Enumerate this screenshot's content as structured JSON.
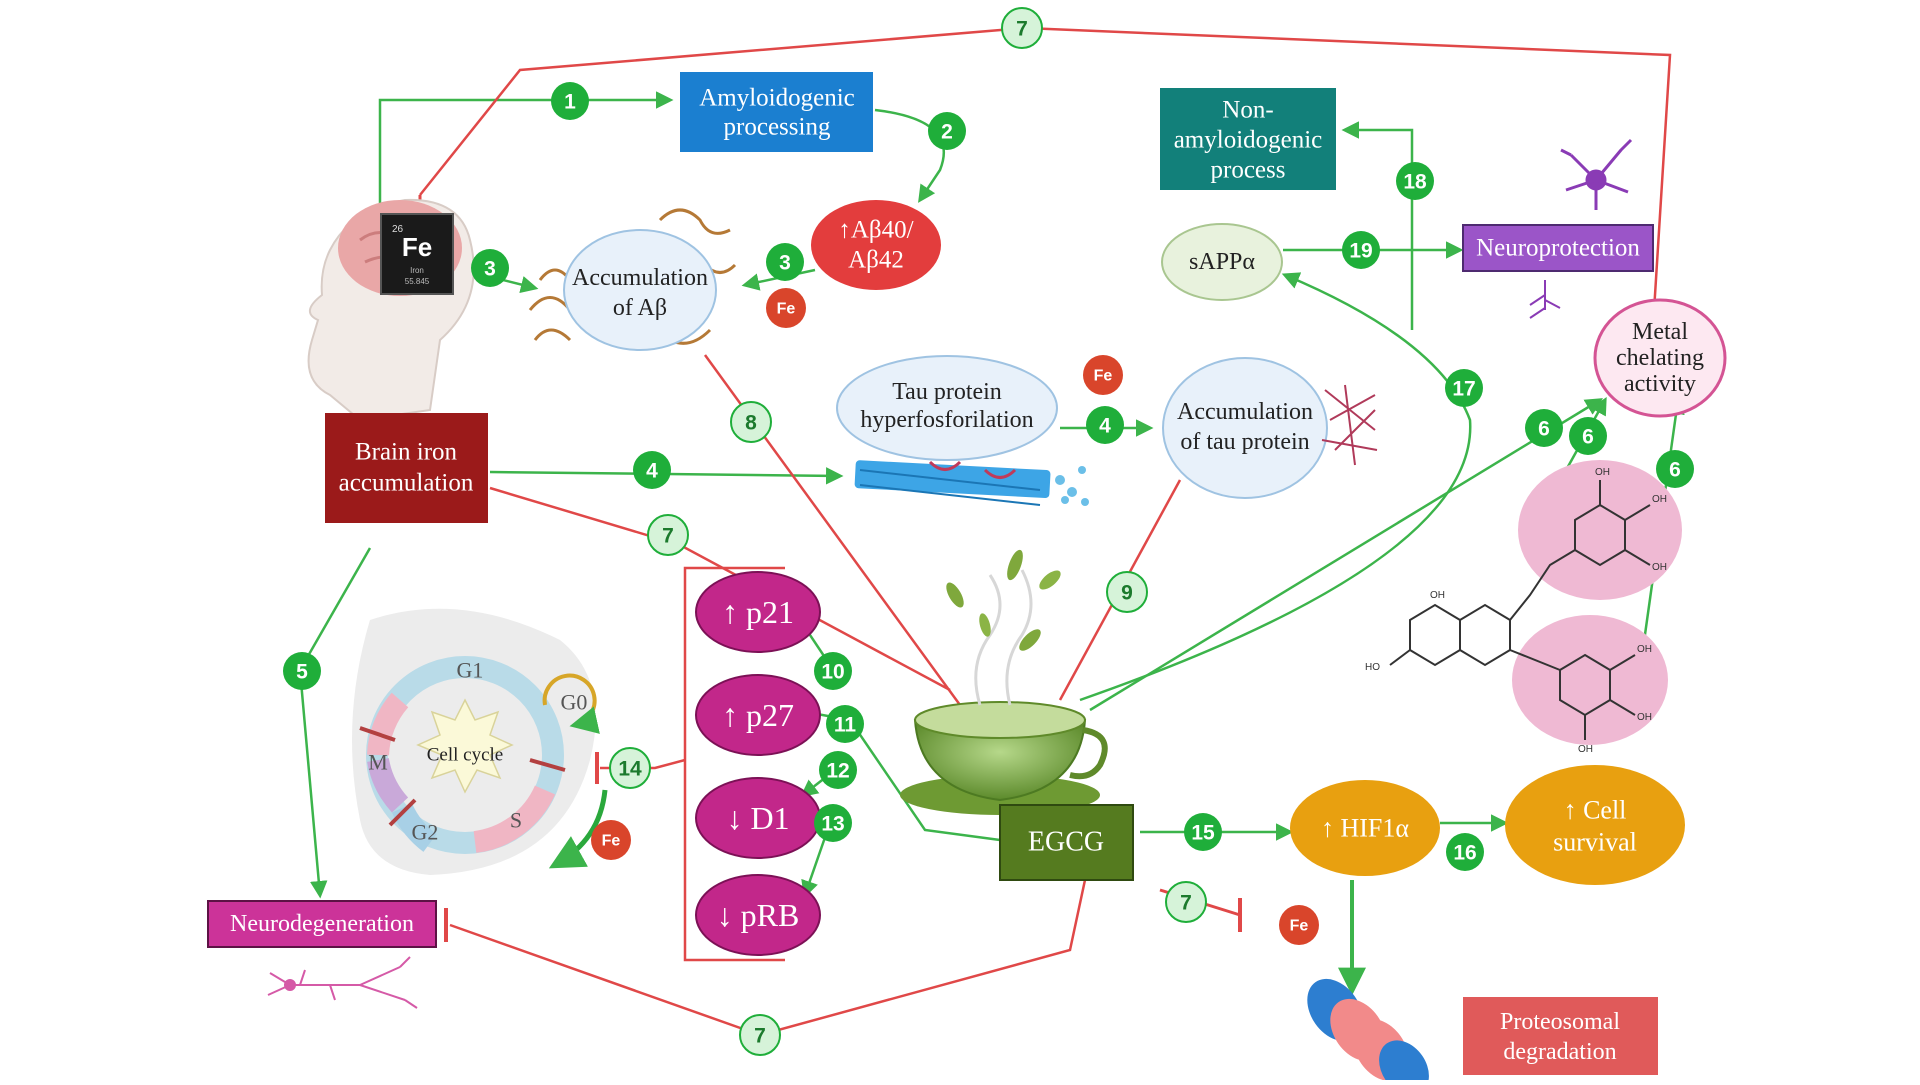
{
  "colors": {
    "green_path": "#3cb44b",
    "red_path": "#e04848",
    "badge_dark": "#1fae3a",
    "badge_light": "#d6f3d9",
    "iron_badge": "#d9452b"
  },
  "labels": {
    "amyloidogenic": [
      "Amyloidogenic",
      "processing"
    ],
    "abeta_peptides": [
      "↑Aβ40/",
      "Aβ42"
    ],
    "accum_abeta": [
      "Accumulation",
      "of Aβ"
    ],
    "non_amyloidogenic": [
      "Non-",
      "amyloidogenic",
      "process"
    ],
    "sappa": "sAPPα",
    "neuroprotection": "Neuroprotection",
    "metal_chelating": [
      "Metal",
      "chelating",
      "activity"
    ],
    "tau_hyper": [
      "Tau protein",
      "hyperfosforilation"
    ],
    "accum_tau": [
      "Accumulation",
      "of tau protein"
    ],
    "brain_iron": [
      "Brain iron",
      "accumulation"
    ],
    "p21": "↑ p21",
    "p27": "↑ p27",
    "d1": "↓ D1",
    "prb": "↓ pRB",
    "egcg": "EGCG",
    "hif": "↑ HIF1α",
    "cell_survival": [
      "↑ Cell",
      "survival"
    ],
    "neurodegeneration": "Neurodegeneration",
    "proteosomal": [
      "Proteosomal",
      "degradation"
    ],
    "cell_cycle": "Cell cycle",
    "phases": {
      "g1": "G1",
      "g0": "G0",
      "g2": "G2",
      "s": "S",
      "m": "M"
    },
    "fe_symbol": "Fe",
    "fe_number": "26",
    "fe_name": "Iron",
    "fe_mass": "55.845",
    "oh": "OH",
    "ho": "HO"
  },
  "steps": [
    "1",
    "2",
    "3",
    "4",
    "5",
    "6",
    "7",
    "8",
    "9",
    "10",
    "11",
    "12",
    "13",
    "14",
    "15",
    "16",
    "17",
    "18",
    "19"
  ]
}
